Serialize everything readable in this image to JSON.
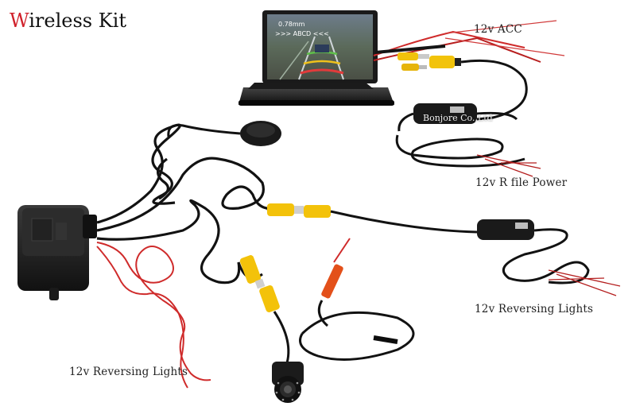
{
  "title": {
    "initial": "W",
    "rest": "ireless Kit"
  },
  "labels": {
    "acc": "12v ACC",
    "r_file_power": "12v R file Power",
    "reversing_right": "12v Reversing Lights",
    "reversing_left": "12v Reversing Lights"
  },
  "watermark": "Bonjore   Co.,Ltd",
  "screen": {
    "distance": "0.78mm",
    "code": ">>> ABCD <<<"
  },
  "colors": {
    "accent": "#d0202a",
    "rca_yellow": "#f3c20a",
    "rca_orange": "#e3501a",
    "cable": "#121212"
  }
}
